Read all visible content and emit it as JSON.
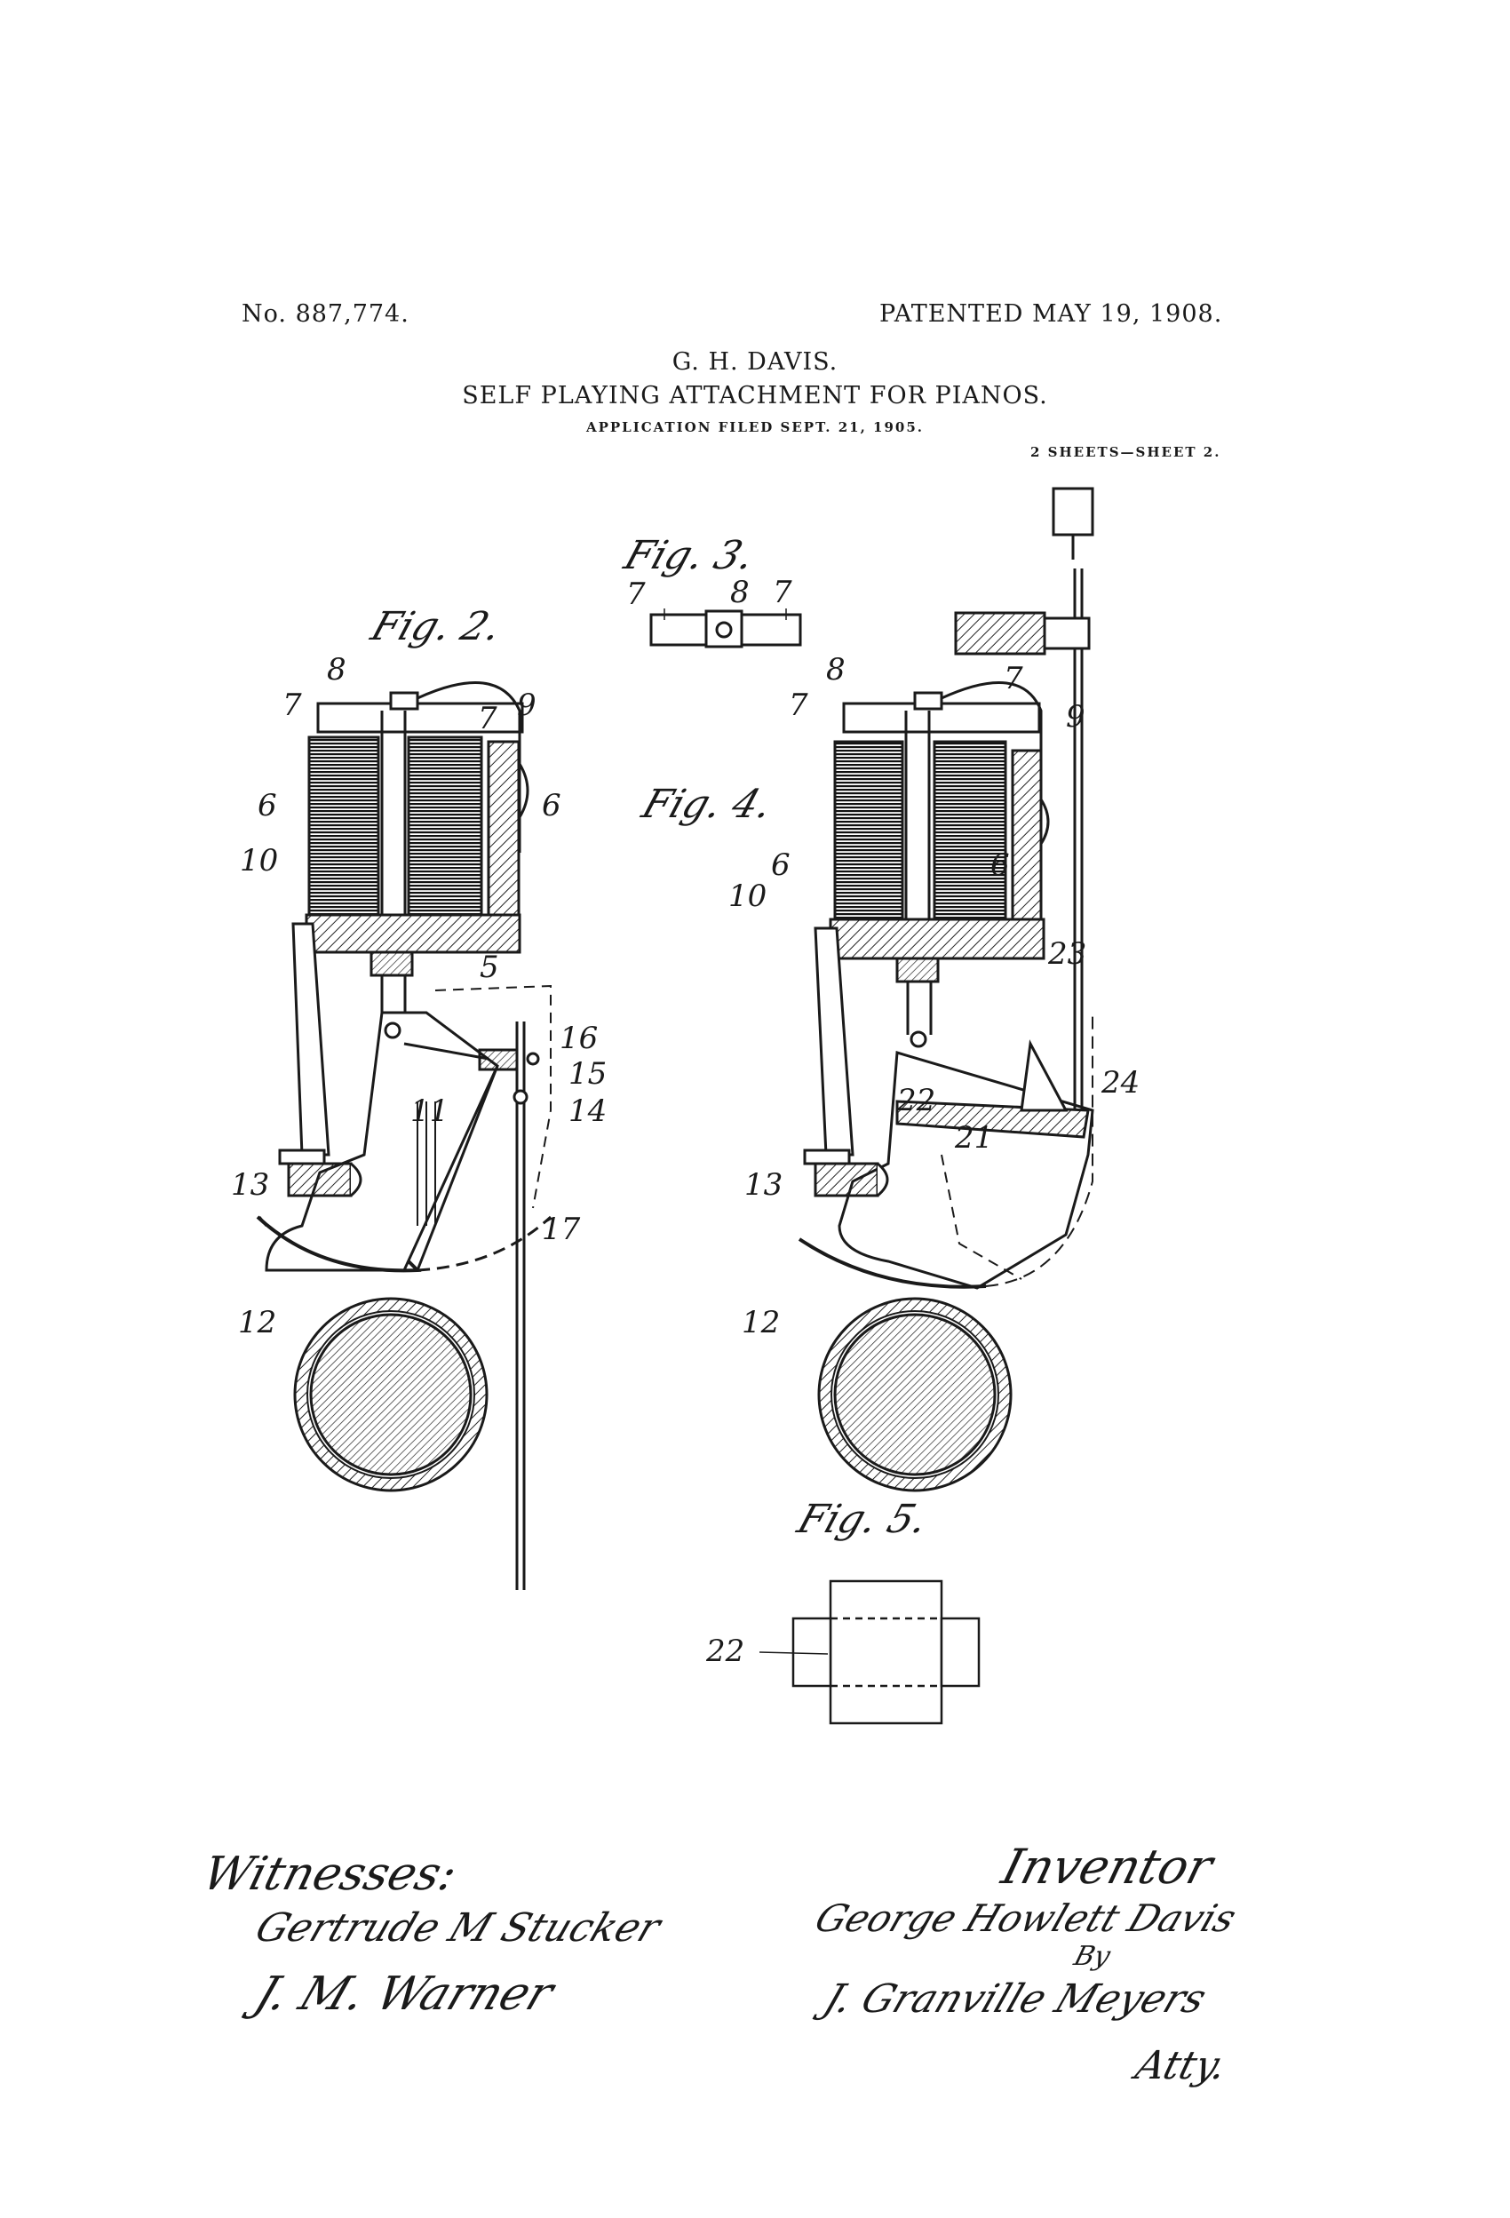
{
  "header": {
    "patent_number": "No. 887,774.",
    "patented_date": "PATENTED MAY 19, 1908.",
    "inventor_name": "G. H. DAVIS.",
    "title": "SELF PLAYING ATTACHMENT FOR PIANOS.",
    "application_filed": "APPLICATION FILED SEPT. 21, 1905.",
    "sheet": "2 SHEETS—SHEET 2."
  },
  "figures": {
    "fig2": "Fig. 2.",
    "fig3": "Fig. 3.",
    "fig4": "Fig. 4.",
    "fig5": "Fig. 5."
  },
  "reference_numerals": {
    "n5": "5",
    "n6": "6",
    "n7": "7",
    "n8": "8",
    "n9": "9",
    "n10": "10",
    "n11": "11",
    "n12": "12",
    "n13": "13",
    "n14": "14",
    "n15": "15",
    "n16": "16",
    "n17": "17",
    "n21": "21",
    "n22": "22",
    "n23": "23",
    "n24": "24"
  },
  "footer": {
    "witnesses_label": "Witnesses:",
    "witness_1": "Gertrude M Stucker",
    "witness_2": "J. M. Warner",
    "inventor_label": "Inventor",
    "inventor_signature": "George Howlett Davis",
    "by_label": "By",
    "attorney_signature": "J. Granville Meyers",
    "attorney_label": "Atty."
  }
}
